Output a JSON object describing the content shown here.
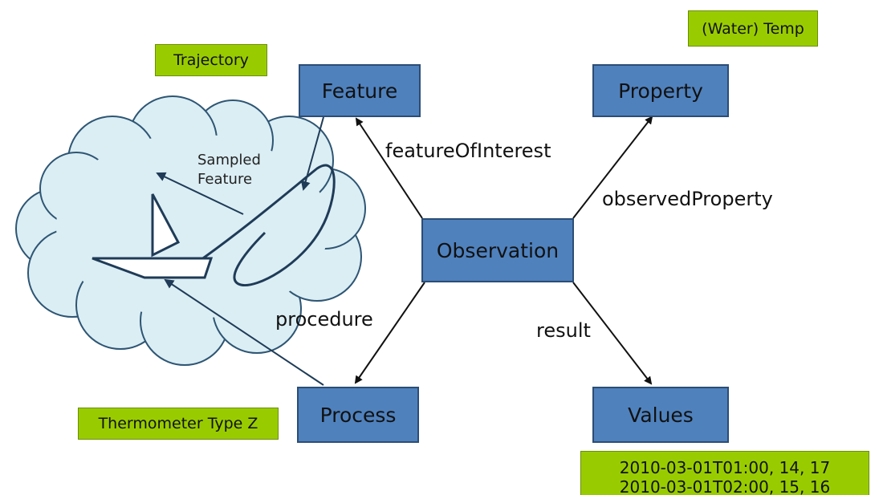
{
  "nodes": {
    "feature": "Feature",
    "property": "Property",
    "observation": "Observation",
    "process": "Process",
    "values": "Values"
  },
  "edges": {
    "feature_of_interest": "featureOfInterest",
    "observed_property": "observedProperty",
    "procedure": "procedure",
    "result": "result"
  },
  "tags": {
    "trajectory": "Trajectory",
    "water_temp": "(Water) Temp",
    "thermometer": "Thermometer Type Z"
  },
  "cloud": {
    "label_line1": "Sampled",
    "label_line2": "Feature"
  },
  "values_data": [
    "2010-03-01T01:00, 14, 17",
    "2010-03-01T02:00, 15, 16"
  ],
  "colors": {
    "node_fill": "#4f81bd",
    "node_border": "#2c4d75",
    "tag_fill": "#99cc00",
    "cloud_fill": "#dbeef4",
    "cloud_stroke": "#2e5573",
    "arrow": "#111111"
  }
}
